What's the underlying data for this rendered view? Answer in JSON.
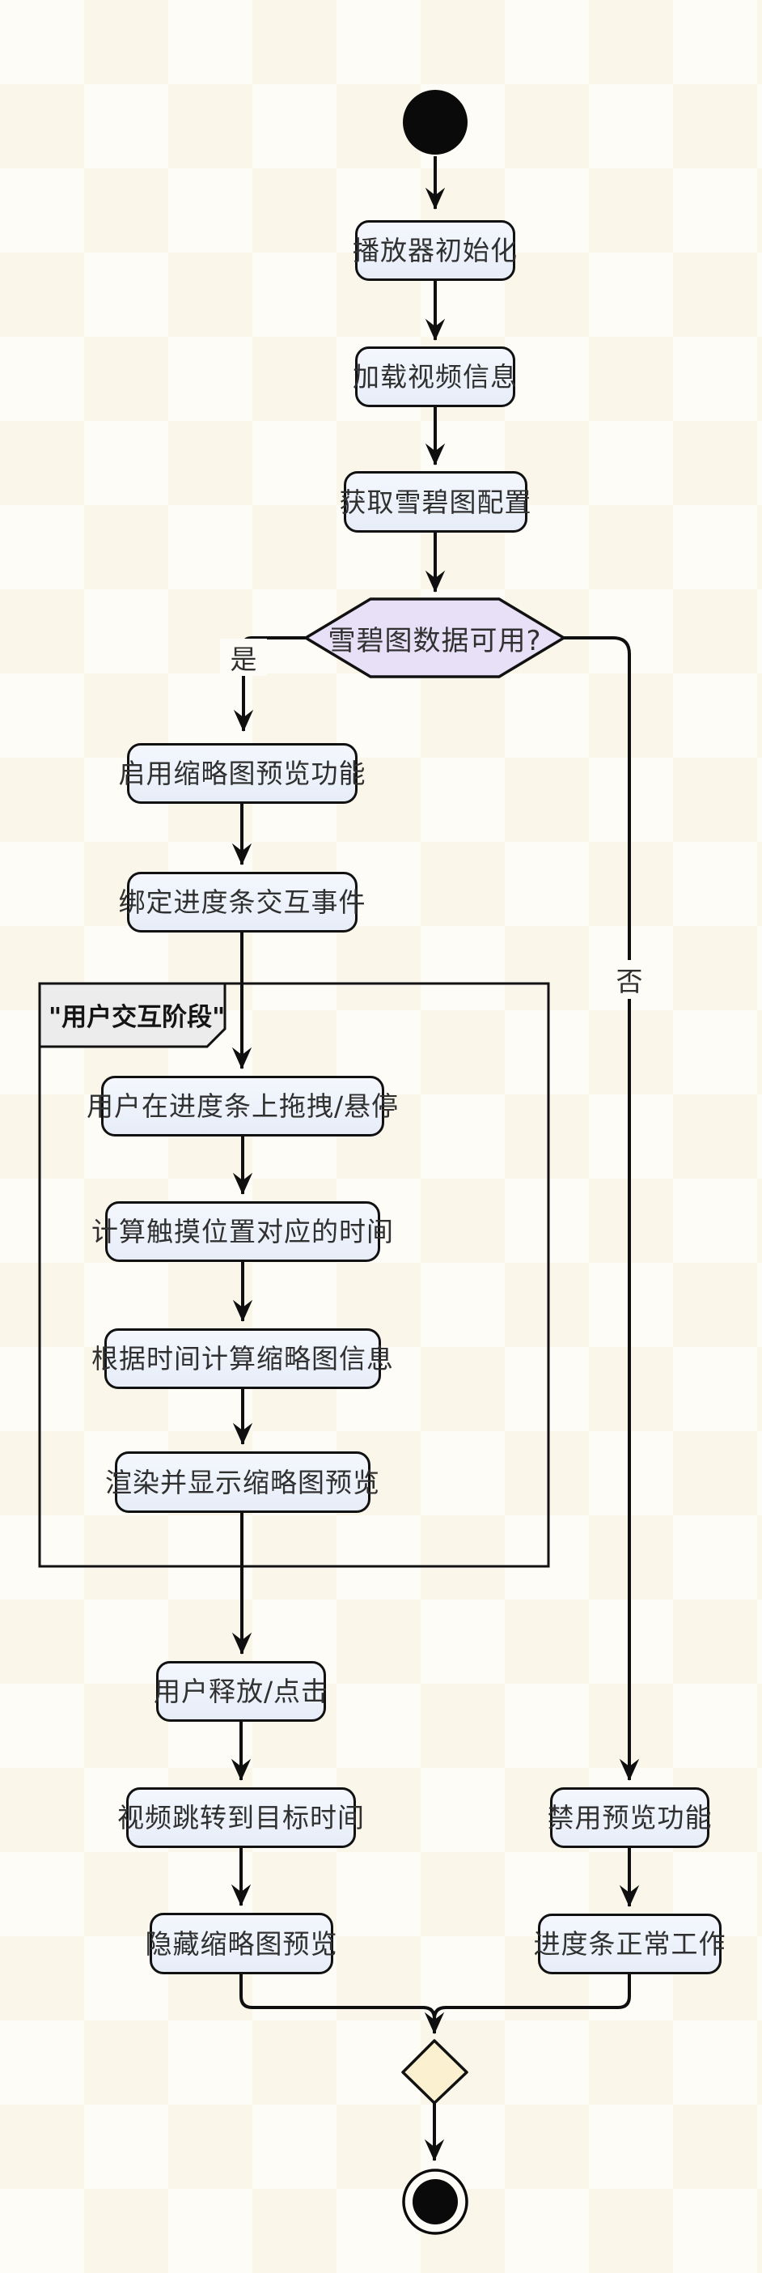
{
  "diagram_type": "activity-flowchart",
  "nodes": {
    "player_init": {
      "label": "播放器初始化"
    },
    "load_video_info": {
      "label": "加载视频信息"
    },
    "get_sprite_config": {
      "label": "获取雪碧图配置"
    },
    "sprite_available": {
      "label": "雪碧图数据可用?"
    },
    "enable_thumbnail_preview": {
      "label": "启用缩略图预览功能"
    },
    "bind_progress_events": {
      "label": "绑定进度条交互事件"
    },
    "user_drag_hover": {
      "label": "用户在进度条上拖拽/悬停"
    },
    "calc_touch_time": {
      "label": "计算触摸位置对应的时间"
    },
    "calc_thumbnail_info": {
      "label": "根据时间计算缩略图信息"
    },
    "render_show_preview": {
      "label": "渲染并显示缩略图预览"
    },
    "user_release_click": {
      "label": "用户释放/点击"
    },
    "seek_to_target": {
      "label": "视频跳转到目标时间"
    },
    "hide_thumbnail_preview": {
      "label": "隐藏缩略图预览"
    },
    "disable_preview": {
      "label": "禁用预览功能"
    },
    "progress_bar_normal": {
      "label": "进度条正常工作"
    }
  },
  "partition": {
    "label": "\"用户交互阶段\""
  },
  "edge_labels": {
    "yes": "是",
    "no": "否"
  },
  "colors": {
    "background": "#fdfcf6",
    "bg_check": "#faf6ea",
    "stroke": "#111111",
    "edge": "#0f0f0f",
    "text": "#303030",
    "activity_fill_top": "#f4f7fd",
    "activity_fill_bottom": "#e7edf8",
    "decision_fill": "#e7e0f7",
    "merge_fill": "#fbf0cf",
    "partition_label_fill": "#ececec"
  }
}
